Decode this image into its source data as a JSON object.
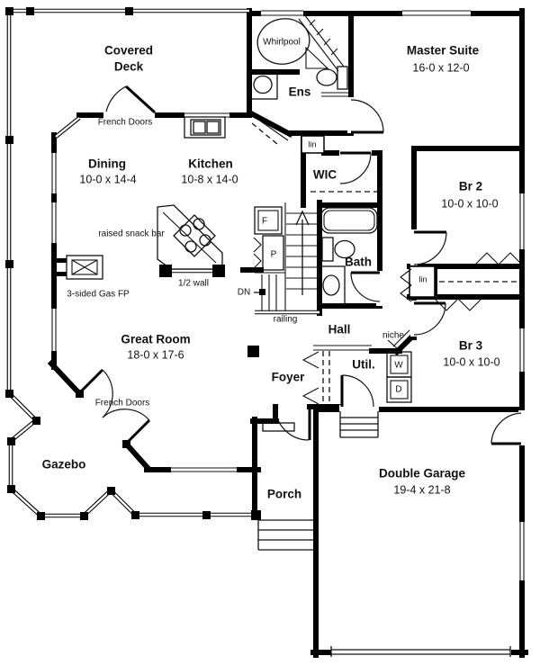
{
  "title": "House first floor plan",
  "colors": {
    "wall": "#000000",
    "background": "#ffffff",
    "text": "#111111"
  },
  "rooms": {
    "covered_deck": {
      "line1": "Covered",
      "line2": "Deck"
    },
    "master_suite": {
      "label": "Master Suite",
      "dims": "16-0 x 12-0"
    },
    "dining": {
      "label": "Dining",
      "dims": "10-0 x 14-4"
    },
    "kitchen": {
      "label": "Kitchen",
      "dims": "10-8 x 14-0"
    },
    "great_room": {
      "label": "Great Room",
      "dims": "18-0 x 17-6"
    },
    "br2": {
      "label": "Br 2",
      "dims": "10-0 x 10-0"
    },
    "br3": {
      "label": "Br 3",
      "dims": "10-0 x 10-0"
    },
    "double_garage": {
      "label": "Double Garage",
      "dims": "19-4 x 21-8"
    },
    "ens": {
      "label": "Ens"
    },
    "wic": {
      "label": "WIC"
    },
    "bath": {
      "label": "Bath"
    },
    "hall": {
      "label": "Hall"
    },
    "foyer": {
      "label": "Foyer"
    },
    "util": {
      "label": "Util."
    },
    "gazebo": {
      "label": "Gazebo"
    },
    "porch": {
      "label": "Porch"
    }
  },
  "annotations": {
    "whirlpool": "Whirlpool",
    "french_doors_top": "French Doors",
    "french_doors_bottom": "French Doors",
    "raised_snack_bar": "raised snack bar",
    "gas_fireplace": "3-sided Gas FP",
    "half_wall": "1/2 wall",
    "down": "DN",
    "railing": "railing",
    "niche": "niche",
    "linen_upper": "lin",
    "linen_lower": "lin",
    "fridge": "F",
    "pantry": "P",
    "washer": "W",
    "dryer": "D"
  }
}
